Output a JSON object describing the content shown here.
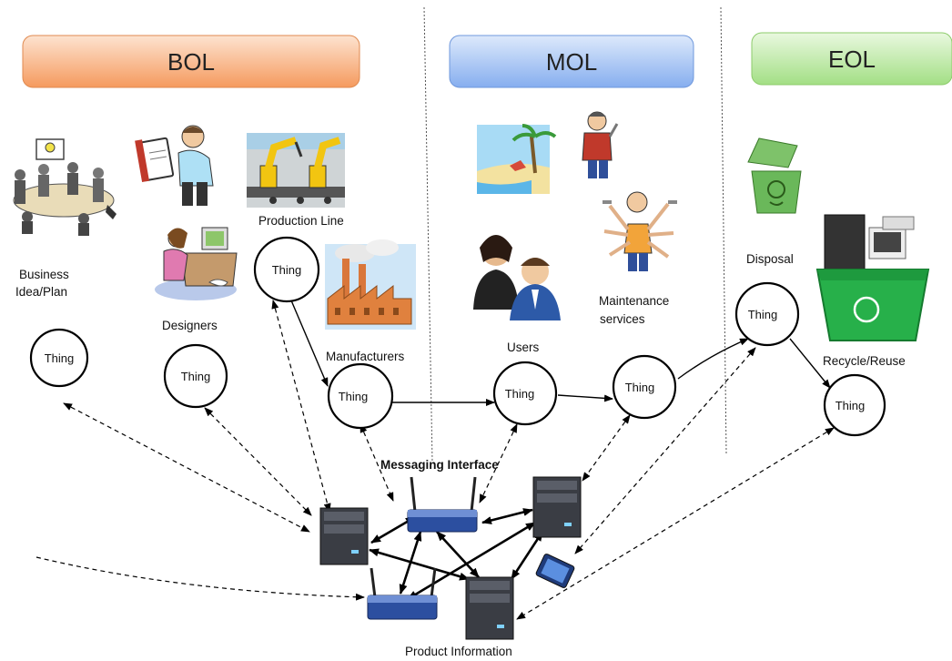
{
  "phases": {
    "bol": "BOL",
    "mol": "MOL",
    "eol": "EOL"
  },
  "labels": {
    "business": [
      "Business",
      "Idea/Plan"
    ],
    "designers": "Designers",
    "production_line": "Production Line",
    "manufacturers": "Manufacturers",
    "users": "Users",
    "maintenance": [
      "Maintenance",
      "services"
    ],
    "disposal": "Disposal",
    "recycle": "Recycle/Reuse",
    "messaging": "Messaging Interface",
    "product_info": "Product Information"
  },
  "thing_label": "Thing",
  "colors": {
    "bol": "#f7a36b",
    "mol": "#8fb4ef",
    "eol": "#a9e28c"
  },
  "icons": [
    "meeting-people-icon",
    "designer-tablet-icon",
    "designer-desk-icon",
    "robot-arms-icon",
    "factory-icon",
    "beach-icon",
    "mechanic-icon",
    "users-icon",
    "multi-arm-technician-icon",
    "recycle-bin-icon",
    "e-waste-bin-icon",
    "server-icon",
    "router-icon",
    "smartphone-icon"
  ]
}
